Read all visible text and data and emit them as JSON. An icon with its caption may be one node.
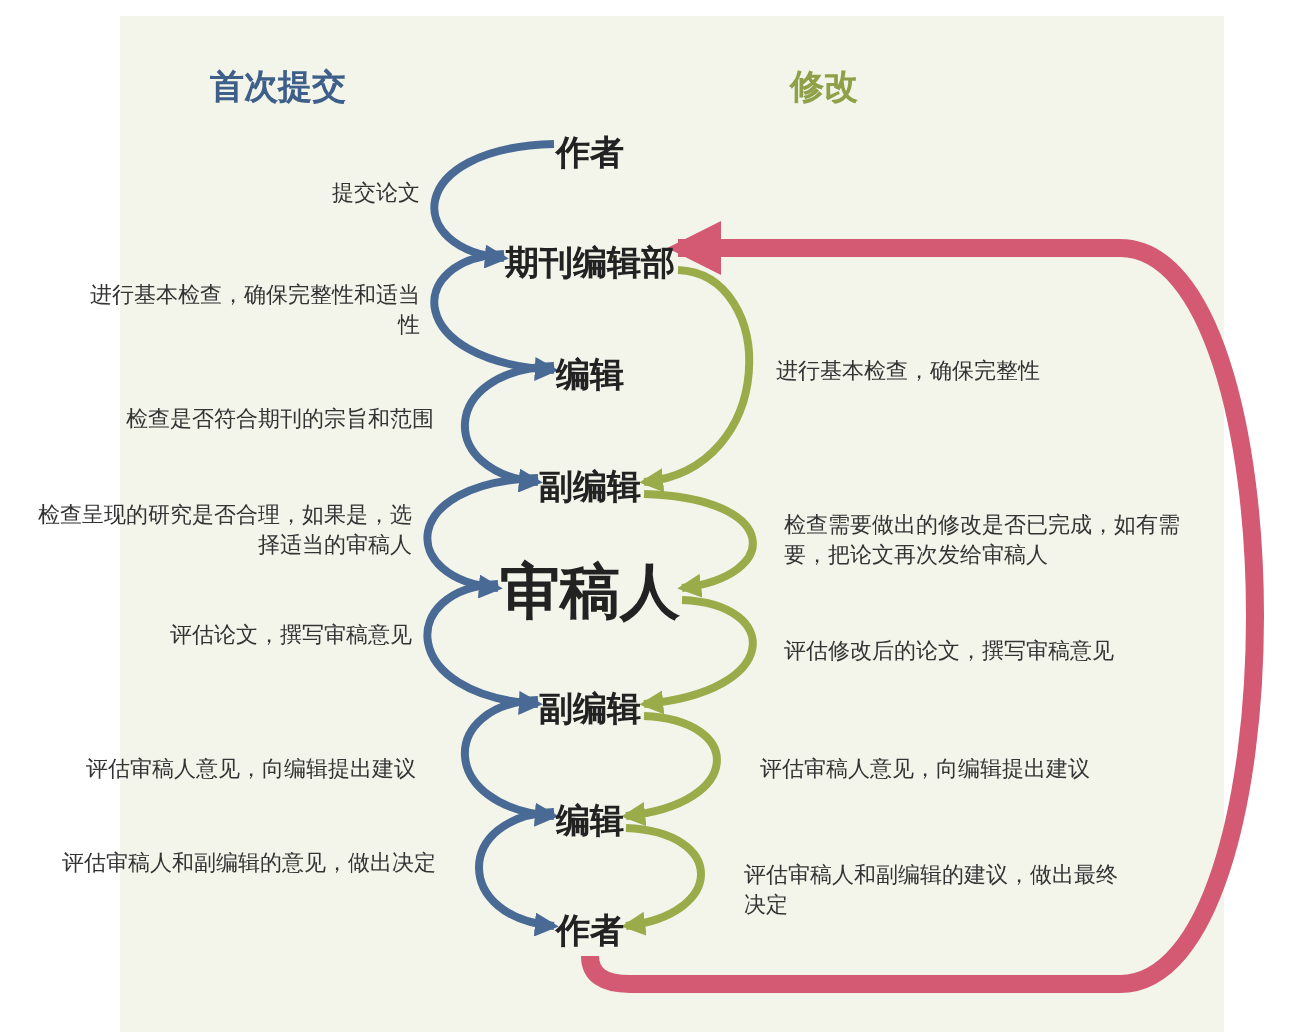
{
  "diagram": {
    "nodes": [
      {
        "text": [
          "作者"
        ]
      },
      {
        "text": [
          "期刊编辑部"
        ]
      },
      {
        "text": [
          "编辑"
        ]
      },
      {
        "text": [
          "副编辑"
        ]
      },
      {
        "text": [
          "审稿人"
        ]
      },
      {
        "text": [
          "副编辑"
        ]
      },
      {
        "text": [
          "编辑"
        ]
      },
      {
        "text": [
          "作者"
        ]
      }
    ],
    "edges": [
      {
        "from": 0,
        "to": 1,
        "arrow": "to",
        "label": "提交论文"
      },
      {
        "from": 1,
        "to": 2,
        "arrow": "to",
        "label": "进行基本检查，确保完整性和适当性"
      },
      {
        "from": 2,
        "to": 3,
        "arrow": "to",
        "label": "检查是否符合期刊的宗旨和范围"
      },
      {
        "from": 3,
        "to": 4,
        "arrow": "to",
        "label": "检查呈现的研究是否合理，如果是，选择适当的审稿人"
      },
      {
        "from": 4,
        "to": 5,
        "arrow": "to",
        "label": "评估论文，撰写审稿意见"
      },
      {
        "from": 5,
        "to": 6,
        "arrow": "to",
        "label": "评估审稿人意见，向编辑提出建议"
      },
      {
        "from": 6,
        "to": 7,
        "arrow": "to",
        "label": "评估审稿人和副编辑的意见，做出决定"
      },
      {
        "from": 1,
        "to": 3,
        "arrow": "to",
        "label": "进行基本检查，确保完整性",
        "color": "#9aab4a"
      },
      {
        "from": 3,
        "to": 4,
        "arrow": "to",
        "label": "检查需要做出的修改是否已完成，如有需要，把论文再次发给审稿人",
        "color": "#9aab4a"
      },
      {
        "from": 4,
        "to": 5,
        "arrow": "to",
        "label": "评估修改后的论文，撰写审稿意见",
        "color": "#9aab4a"
      },
      {
        "from": 5,
        "to": 6,
        "arrow": "to",
        "label": "评估审稿人意见，向编辑提出建议",
        "color": "#9aab4a"
      },
      {
        "from": 6,
        "to": 7,
        "arrow": "to",
        "label": "评估审稿人和副编辑的建议，做出最终决定",
        "color": "#9aab4a"
      },
      {
        "from": 7,
        "to": 1,
        "arrow": "to",
        "style": "thick",
        "color": "#d45a74"
      }
    ],
    "labels": [
      "首次提交",
      "修改"
    ]
  }
}
